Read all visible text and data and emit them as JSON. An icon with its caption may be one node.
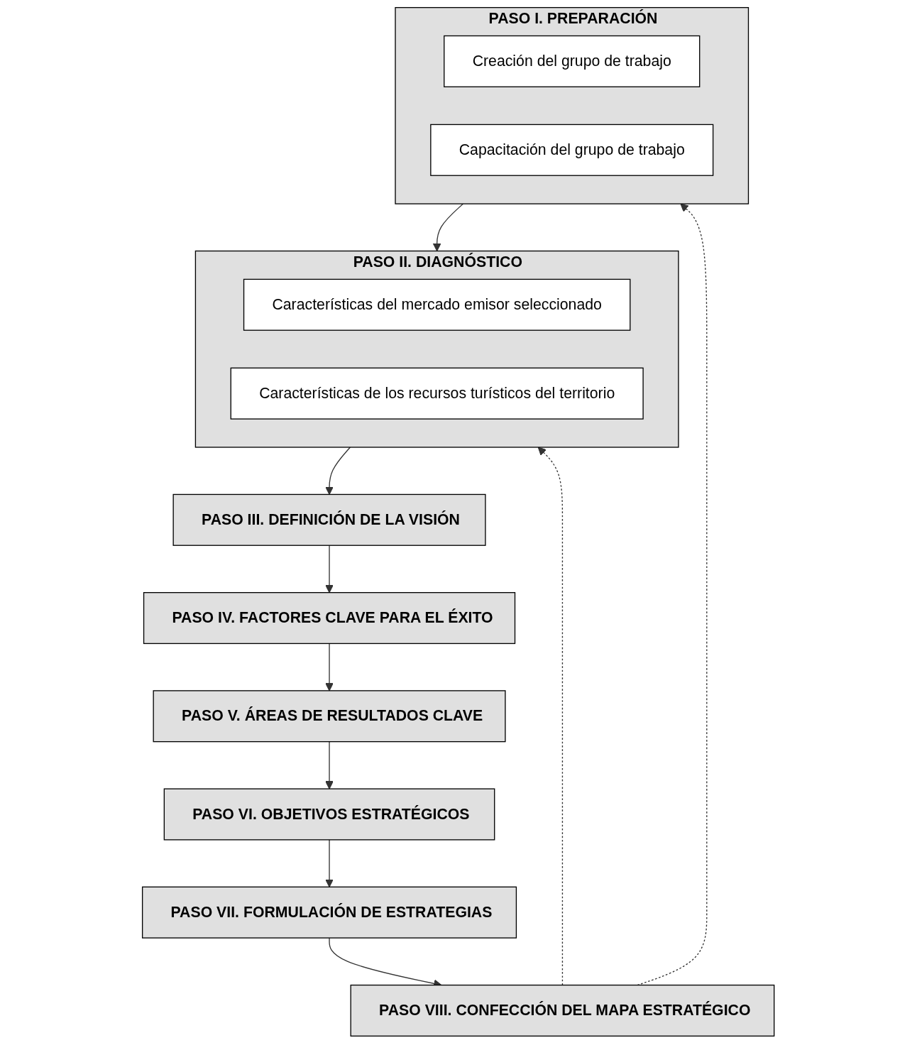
{
  "diagram": {
    "nodes": [
      {
        "text": [
          "PASO I. PREPARACIÓN"
        ]
      },
      {
        "text": [
          "Creación del grupo de trabajo"
        ],
        "in": 0
      },
      {
        "text": [
          "Capacitación del grupo de trabajo"
        ],
        "in": 0
      },
      {
        "text": [
          "PASO II. DIAGNÓSTICO"
        ]
      },
      {
        "text": [
          "Características del mercado emisor seleccionado"
        ],
        "in": 3
      },
      {
        "text": [
          "Características de los recursos turísticos del territorio"
        ],
        "in": 3
      },
      {
        "text": [
          "PASO III. DEFINICIÓN DE LA VISIÓN"
        ]
      },
      {
        "text": [
          "PASO IV. FACTORES CLAVE PARA EL ÉXITO"
        ]
      },
      {
        "text": [
          "PASO V. ÁREAS DE RESULTADOS CLAVE"
        ]
      },
      {
        "text": [
          "PASO VI. OBJETIVOS ESTRATÉGICOS"
        ]
      },
      {
        "text": [
          "PASO VII. FORMULACIÓN DE ESTRATEGIAS"
        ]
      },
      {
        "text": [
          "PASO VIII. CONFECCIÓN DEL MAPA ESTRATÉGICO"
        ]
      }
    ],
    "edges": [
      {
        "from": 0,
        "to": 3,
        "arrow": "to"
      },
      {
        "from": 3,
        "to": 6,
        "arrow": "to"
      },
      {
        "from": 6,
        "to": 7,
        "arrow": "to"
      },
      {
        "from": 7,
        "to": 8,
        "arrow": "to"
      },
      {
        "from": 8,
        "to": 9,
        "arrow": "to"
      },
      {
        "from": 9,
        "to": 10,
        "arrow": "to"
      },
      {
        "from": 10,
        "to": 11,
        "arrow": "to"
      },
      {
        "from": 11,
        "to": 0,
        "arrow": "to",
        "style": "dashed"
      },
      {
        "from": 11,
        "to": 3,
        "arrow": "to",
        "style": "dashed"
      }
    ]
  }
}
